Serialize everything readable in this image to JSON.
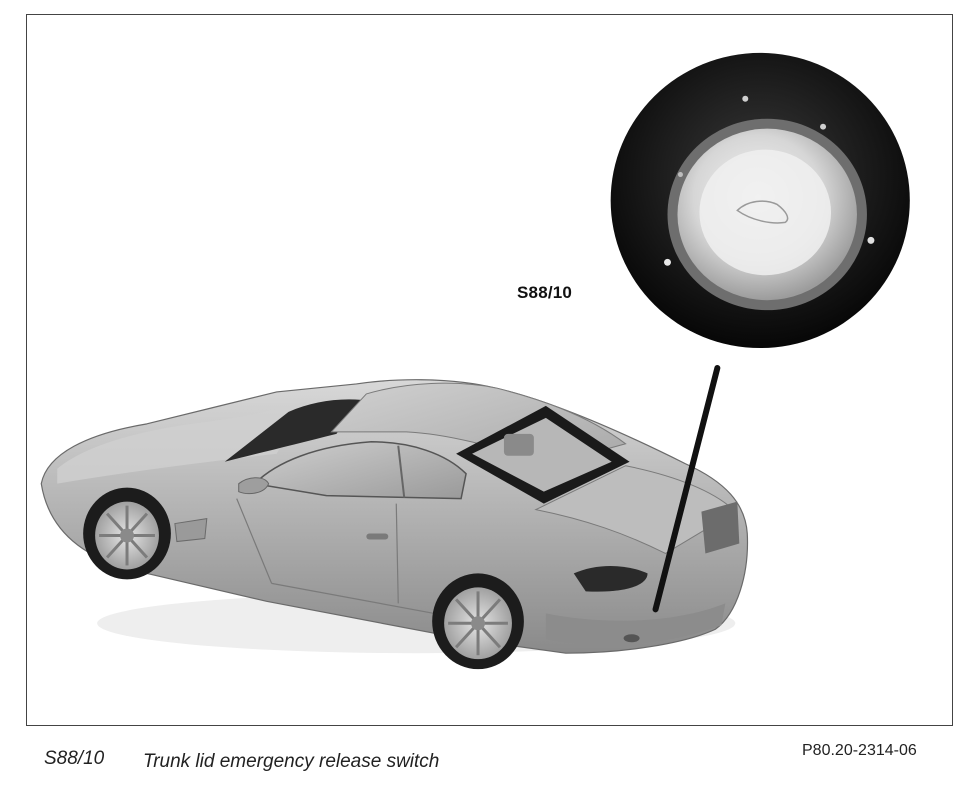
{
  "figure": {
    "callout_label": "S88/10",
    "figure_ref": "P80.20-2314-06"
  },
  "legend": {
    "code": "S88/10",
    "description": "Trunk lid emergency release switch"
  }
}
